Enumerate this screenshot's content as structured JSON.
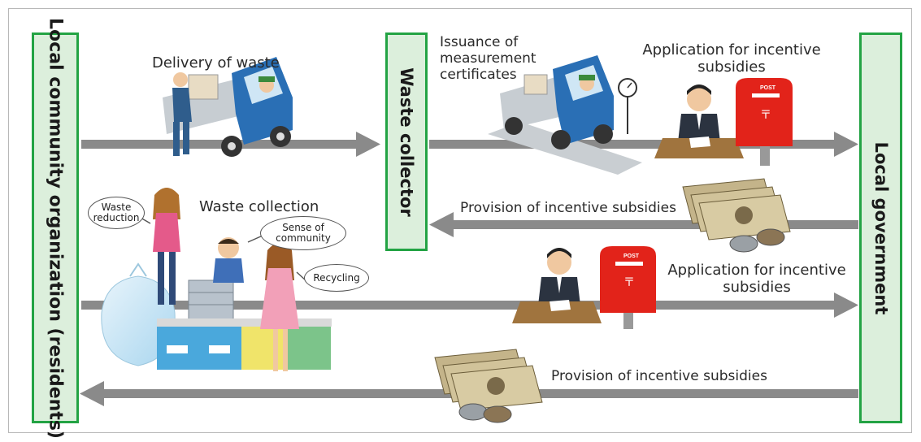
{
  "boxes": {
    "left": "Local community organization (residents)",
    "middle": "Waste collector",
    "right": "Local government"
  },
  "labels": {
    "delivery": "Delivery of waste",
    "issuance_l1": "Issuance of",
    "issuance_l2": "measurement",
    "issuance_l3": "certificates",
    "app_top_l1": "Application for incentive",
    "app_top_l2": "subsidies",
    "prov_mid": "Provision of incentive subsidies",
    "collection": "Waste collection",
    "app_bot_l1": "Application for incentive",
    "app_bot_l2": "subsidies",
    "prov_bot": "Provision of incentive subsidies"
  },
  "bubbles": {
    "b1_l1": "Waste",
    "b1_l2": "reduction",
    "b2_l1": "Sense of",
    "b2_l2": "community",
    "b3": "Recycling"
  },
  "illustration_text": {
    "post": "POST"
  },
  "colors": {
    "box_border": "#23a344",
    "box_fill": "#dcefdc",
    "arrow": "#8a8a8a",
    "truck": "#2a6fb5",
    "postbox": "#e2231a"
  }
}
